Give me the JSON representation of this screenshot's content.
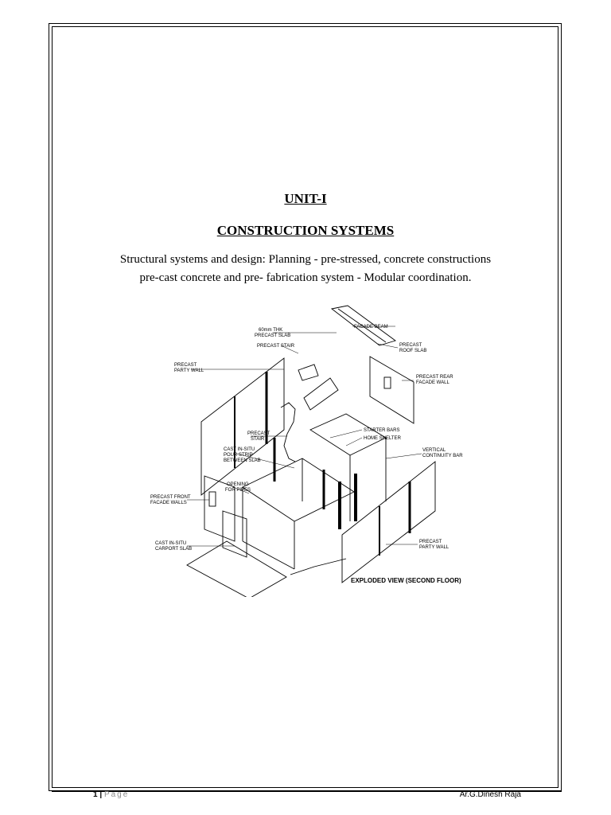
{
  "page": {
    "unit": "UNIT-I",
    "title": "CONSTRUCTION SYSTEMS",
    "intro_line1": "Structural systems and design: Planning - pre-stressed, concrete constructions",
    "intro_line2": "pre-cast concrete and pre- fabrication system - Modular coordination."
  },
  "figure": {
    "caption": "EXPLODED VIEW (SECOND FLOOR)",
    "labels": {
      "facade_beam": "FACADE BEAM",
      "precast_slab_1": "60mm THK",
      "precast_slab_2": "PRECAST SLAB",
      "precast_stair_top": "PRECAST STAIR",
      "precast_roof_1": "PRECAST",
      "precast_roof_2": "ROOF SLAB",
      "party_wall_1": "PRECAST",
      "party_wall_2": "PARTY WALL",
      "rear_facade_1": "PRECAST REAR",
      "rear_facade_2": "FACADE WALL",
      "starter_bars": "STARTER BARS",
      "home_shelter": "HOME SHELTER",
      "vertical_1": "VERTICAL",
      "vertical_2": "CONTINUITY BAR",
      "stair_1": "PRECAST",
      "stair_2": "STAIR",
      "cast_1": "CAST IN-SITU",
      "cast_2": "POUR STRIP",
      "cast_3": "BETWEEN SLAB",
      "opening_1": "OPENING",
      "opening_2": "FOR PIPES",
      "front_facade_1": "PRECAST FRONT",
      "front_facade_2": "FACADE WALLS",
      "carport_1": "CAST IN-SITU",
      "carport_2": "CARPORT SLAB",
      "party_wall_b1": "PRECAST",
      "party_wall_b2": "PARTY WALL"
    }
  },
  "footer": {
    "page_number": "1",
    "separator": "|",
    "page_word": "Page",
    "author": "Ar.G.Dinesh Raja"
  }
}
